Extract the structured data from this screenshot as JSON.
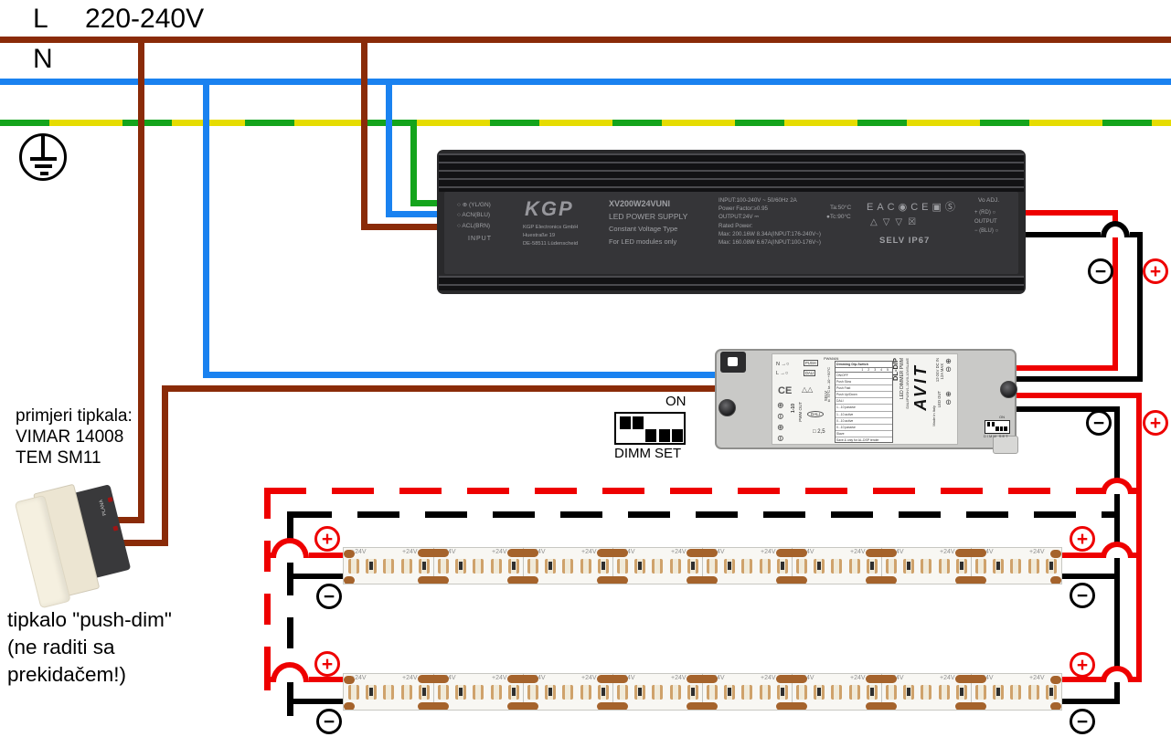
{
  "mains": {
    "l": "L",
    "voltage": "220-240V",
    "n": "N"
  },
  "symbols": {
    "plus": "+",
    "minus": "−"
  },
  "colors": {
    "line_brown": "#8a2b08",
    "neutral_blue": "#1a82f0",
    "pe_green": "#14a41c",
    "pe_yellow": "#e6dc00",
    "wire_red": "#ee0000",
    "wire_black": "#000000"
  },
  "psu": {
    "input_terminals": [
      "○ ⊕ (YL/GN)",
      "○ ACN(BLU)",
      "○ ACL(BRN)"
    ],
    "input_label": "INPUT",
    "brand": "KGP",
    "brand_lines": [
      "KGP Electronics GmbH",
      "Huestraße 19",
      "DE-58511 Lüdenscheid"
    ],
    "model": "XV200W24VUNI",
    "model_lines": [
      "LED POWER SUPPLY",
      "Constant Voltage Type",
      "For LED modules only"
    ],
    "spec_lines": [
      "INPUT:100-240V ~ 50/60Hz 2A",
      "Power Factor:≥0.95",
      "OUTPUT:24V ⎓",
      "Rated Power:",
      "Max: 200.16W   8.34A(INPUT:176-240V~)",
      "Max: 160.08W   6.67A(INPUT:100-176V~)"
    ],
    "temp_a": "Ta:50°C",
    "temp_c": "●Tc:90°C",
    "cert_row1": [
      "EAC",
      "◉",
      "CE",
      "▣",
      "Ⓢ"
    ],
    "cert_row2": [
      "△",
      "▽",
      "▽",
      "☒"
    ],
    "selv": "SELV  IP67",
    "vo_adj": "Vo ADJ.",
    "out_plus": "+ (RD) ○",
    "out_label": "OUTPUT",
    "out_minus": "− (BLU) ○"
  },
  "dimmer": {
    "n": "N →○",
    "l": "L →○",
    "push": "PUSH",
    "dali_type": "DALI",
    "pwm_an": "PWM/AN",
    "ce": "CE",
    "warn": "△△",
    "temps": "tc 75°C  ta -10~+50°C",
    "terms_left": "⊕ ⊖ ⊕ ⊖",
    "range": "1-10",
    "pwm_out": "PWM OUT",
    "dali": "DALI",
    "selv": "SELV",
    "sq": "□ 2,5",
    "table_title": "Dimming Dip-Switch",
    "table_cols": "1 2 3 4 5",
    "table_rows": [
      "ON/OFF",
      "Push Slow",
      "Push Fast",
      "Push Up/Down",
      "DALI",
      "1...10 passive",
      "1...10 active",
      "0...10 active",
      "0...10 passive",
      "Slave",
      "Save & only for AL-DSP tender"
    ],
    "model": "DL-D/P",
    "type": "LED DIMMER PWM",
    "modes": "DALI/PUSH/1-10V/0-10V/SLAVE",
    "brand": "AVIT",
    "made": "Made in Italy",
    "dc_in": "12-24V DC IN",
    "dc_max": "12A MAX",
    "led_out": "LED OUT",
    "mini_on": "ON",
    "mini_dimm_set": "DIMM SET"
  },
  "dip": {
    "on": "ON",
    "dimm": "DIMM",
    "set": "SET",
    "states": [
      1,
      1,
      0,
      0,
      0
    ]
  },
  "notes": {
    "examples": [
      "primjeri tipkala:",
      "VIMAR 14008",
      "TEM SM11"
    ],
    "push_dim": [
      "tipkalo \"push-dim\"",
      "(ne raditi sa",
      "prekidačem!)"
    ]
  },
  "strip": {
    "label": "+24V",
    "modules": 8
  },
  "switch_photo": {
    "brand": "PLANA"
  }
}
